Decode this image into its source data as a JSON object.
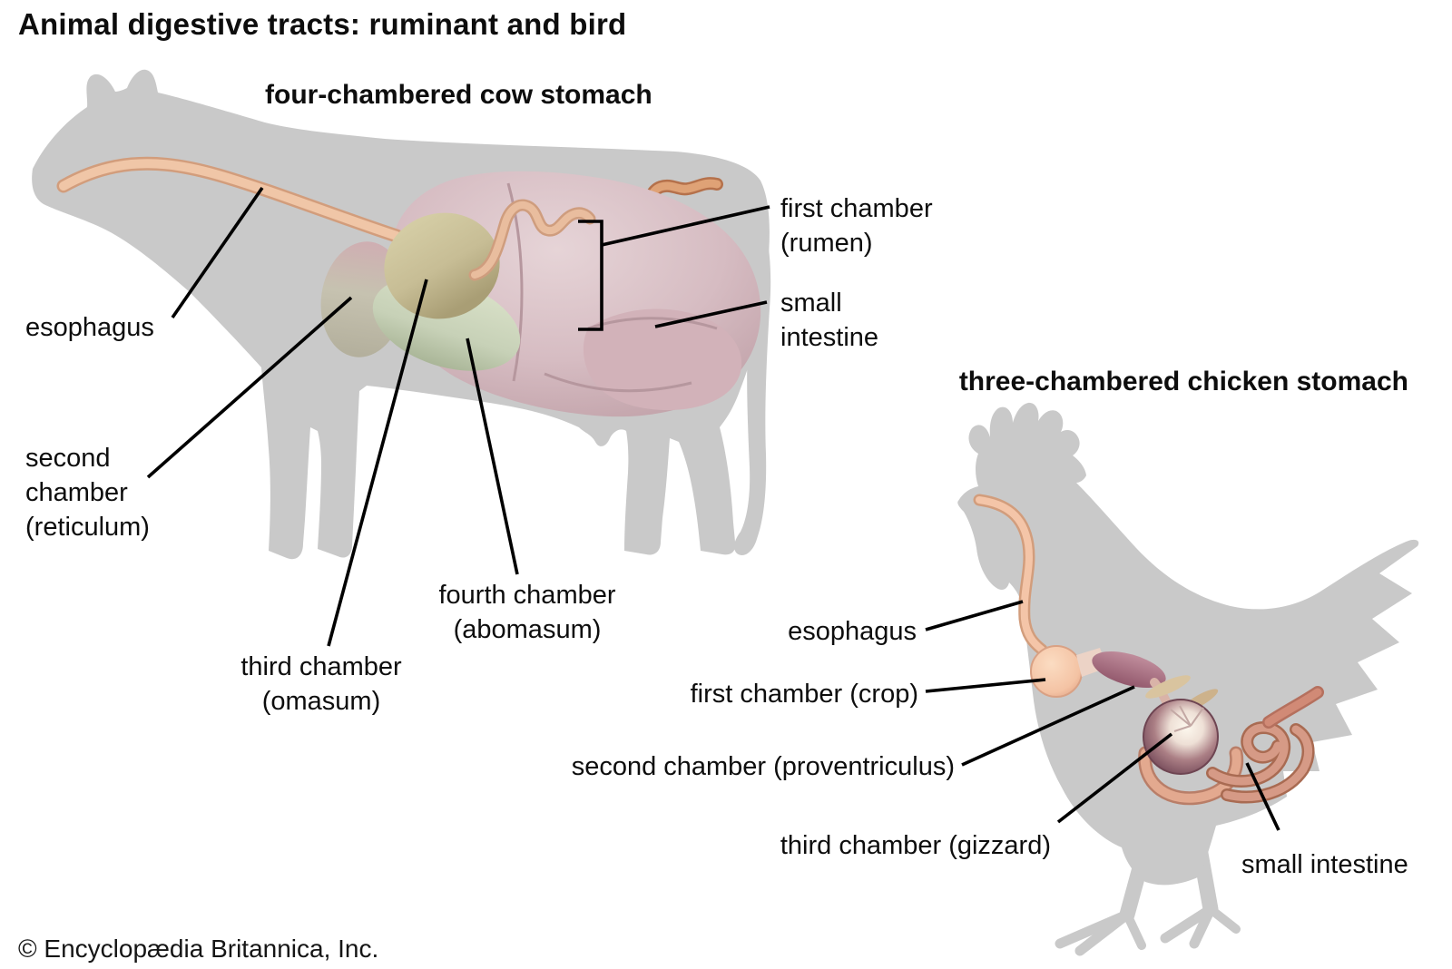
{
  "title": "Animal digestive tracts: ruminant and bird",
  "copyright": "© Encyclopædia Britannica, Inc.",
  "cow": {
    "heading": "four-chambered cow stomach",
    "labels": {
      "esophagus": "esophagus",
      "second_chamber": [
        "second",
        "chamber",
        "(reticulum)"
      ],
      "third_chamber": [
        "third chamber",
        "(omasum)"
      ],
      "fourth_chamber": [
        "fourth chamber",
        "(abomasum)"
      ],
      "first_chamber": [
        "first chamber",
        "(rumen)"
      ],
      "small_intestine": [
        "small",
        "intestine"
      ]
    }
  },
  "chicken": {
    "heading": "three-chambered chicken stomach",
    "labels": {
      "esophagus": "esophagus",
      "first_chamber": "first chamber (crop)",
      "second_chamber": "second chamber (proventriculus)",
      "third_chamber": "third chamber (gizzard)",
      "small_intestine": "small intestine"
    }
  },
  "colors": {
    "silhouette": "#c9c9c9",
    "leader_line": "#000000",
    "esophagus_tube": "#f0c6a7",
    "esophagus_edge": "#d29d7c",
    "rumen": "#d6bcc2",
    "rumen_ventral": "#d2b2b9",
    "reticulum": "#c6c2b0",
    "omasum": "#c7bd95",
    "abomasum": "#c7d1b7",
    "cow_intestine": "#a87a56",
    "cow_intestine_dark": "#8d5a4e",
    "colon_tube": "#dfa276",
    "crop": "#f7c9ab",
    "proventriculus": "#ab6b7e",
    "gizzard": "#8a5a66",
    "gizzard_center": "#f7f0e2",
    "chicken_intestine": "#d69a86",
    "chicken_intestine_edge": "#a96b52",
    "fat_sliver": "#d9c49f"
  }
}
